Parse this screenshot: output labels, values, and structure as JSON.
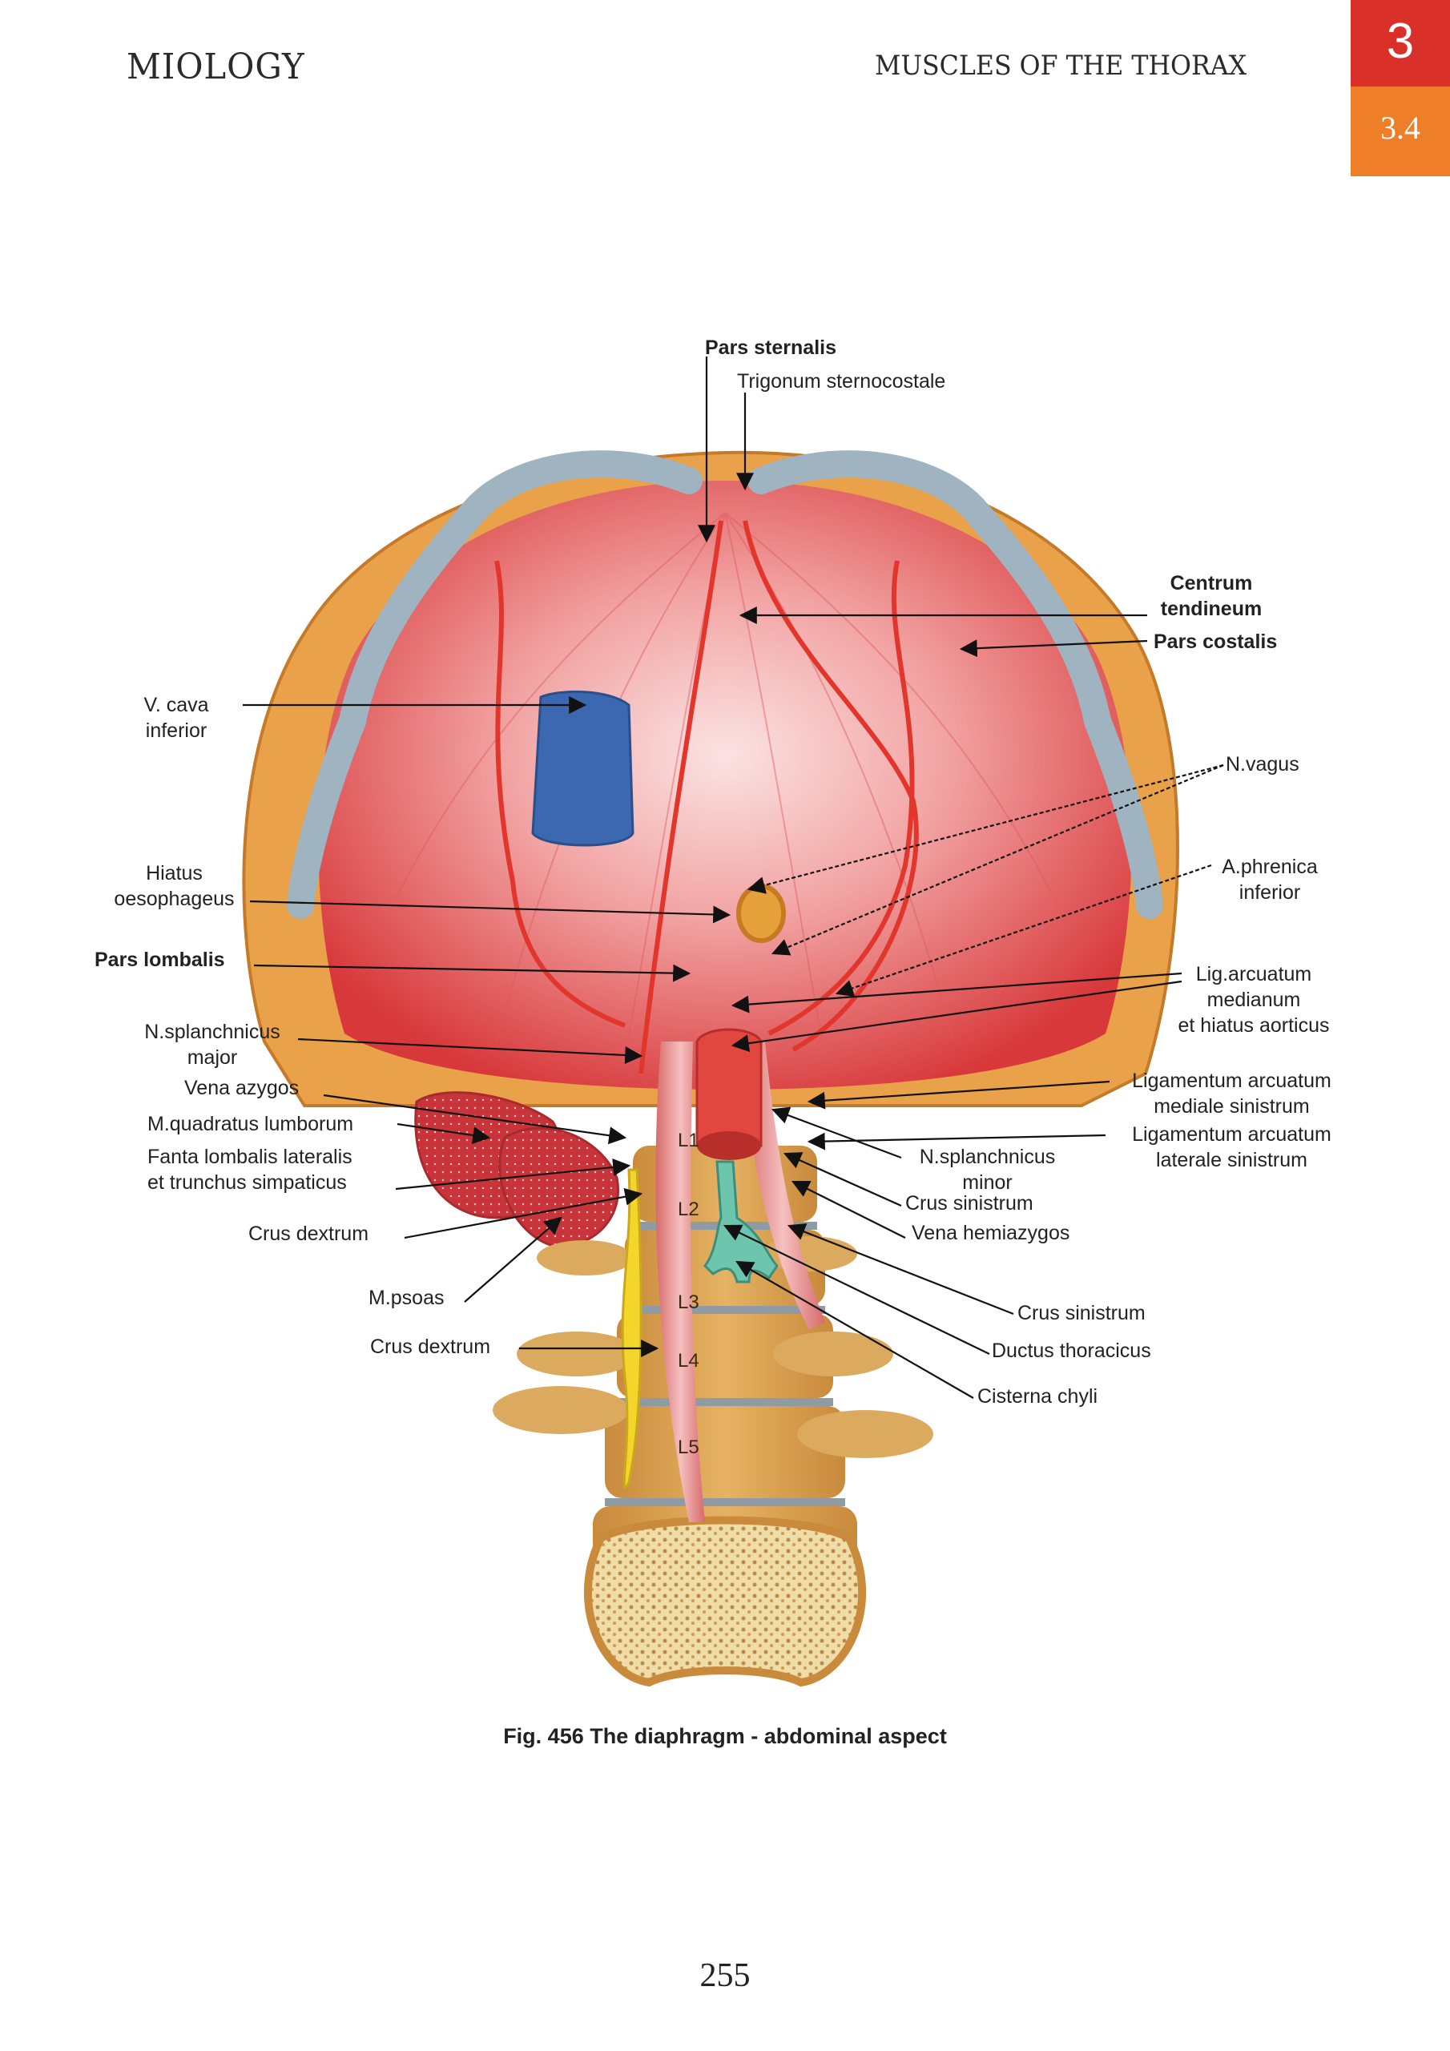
{
  "header": {
    "section": "MIOLOGY",
    "chapter_title": "MUSCLES OF  THE THORAX",
    "chapter_number": "3",
    "section_number": "3.4",
    "chapter_color": "#d9302a",
    "section_color": "#ee7f28"
  },
  "figure": {
    "labels": {
      "pars_sternalis": "Pars sternalis",
      "trigonum": "Trigonum sternocostale",
      "centrum_1": "Centrum",
      "centrum_2": "tendineum",
      "pars_costalis": "Pars costalis",
      "vcava_1": "V. cava",
      "vcava_2": "inferior",
      "nvagus": "N.vagus",
      "hiatus_1": "Hiatus",
      "hiatus_2": "oesophageus",
      "aphrenica_1": "A.phrenica",
      "aphrenica_2": "inferior",
      "pars_lombalis": "Pars lombalis",
      "ligarc_1": "Lig.arcuatum",
      "ligarc_2": "medianum",
      "ligarc_3": "et hiatus aorticus",
      "nsplmaj_1": "N.splanchnicus",
      "nsplmaj_2": "major",
      "vena_azygos": "Vena azygos",
      "mquadratus": "M.quadratus lumborum",
      "fanta_1": "Fanta lombalis lateralis",
      "fanta_2": "et trunchus simpaticus",
      "crus_dextrum_1": "Crus  dextrum",
      "mpsoas": "M.psoas",
      "crus_dextrum_2": "Crus dextrum",
      "ligmed_1": "Ligamentum arcuatum",
      "ligmed_2": "mediale sinistrum",
      "liglat_1": "Ligamentum arcuatum",
      "liglat_2": "laterale sinistrum",
      "nsplmin_1": "N.splanchnicus",
      "nsplmin_2": "minor",
      "crus_sin_1": "Crus  sinistrum",
      "vena_hemiazygos": "Vena hemiazygos",
      "crus_sin_2": "Crus sinistrum",
      "ductus": "Ductus thoracicus",
      "cisterna": "Cisterna chyli"
    },
    "vertebrae": [
      "L1",
      "L2",
      "L3",
      "L4",
      "L5"
    ],
    "caption": "Fig. 456 The diaphragm - abdominal aspect"
  },
  "page_number": "255"
}
